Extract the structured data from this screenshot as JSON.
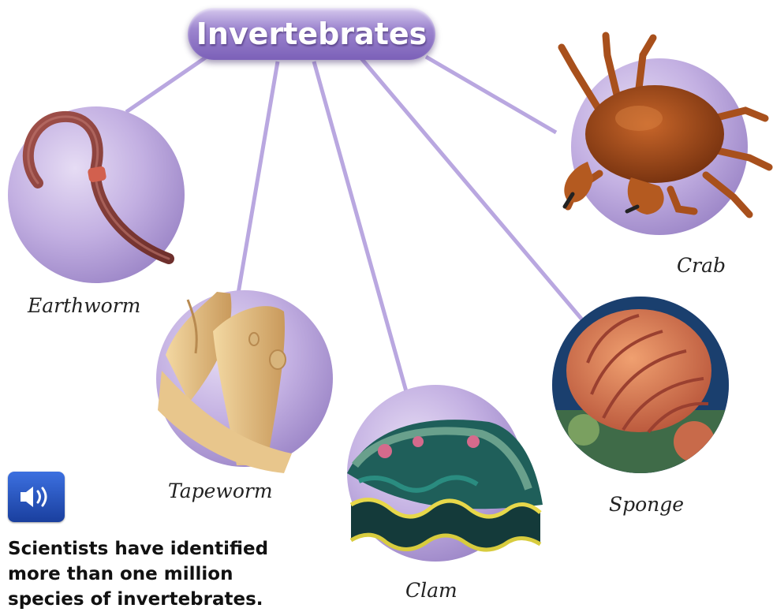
{
  "title": "Invertebrates",
  "animals": [
    {
      "name": "Earthworm",
      "icon": "earthworm-illustration"
    },
    {
      "name": "Tapeworm",
      "icon": "tapeworm-illustration"
    },
    {
      "name": "Clam",
      "icon": "clam-illustration"
    },
    {
      "name": "Sponge",
      "icon": "sponge-illustration"
    },
    {
      "name": "Crab",
      "icon": "crab-illustration"
    }
  ],
  "audio_button": {
    "icon": "speaker-icon"
  },
  "caption": "Scientists have identified\nmore than one million\nspecies of invertebrates."
}
